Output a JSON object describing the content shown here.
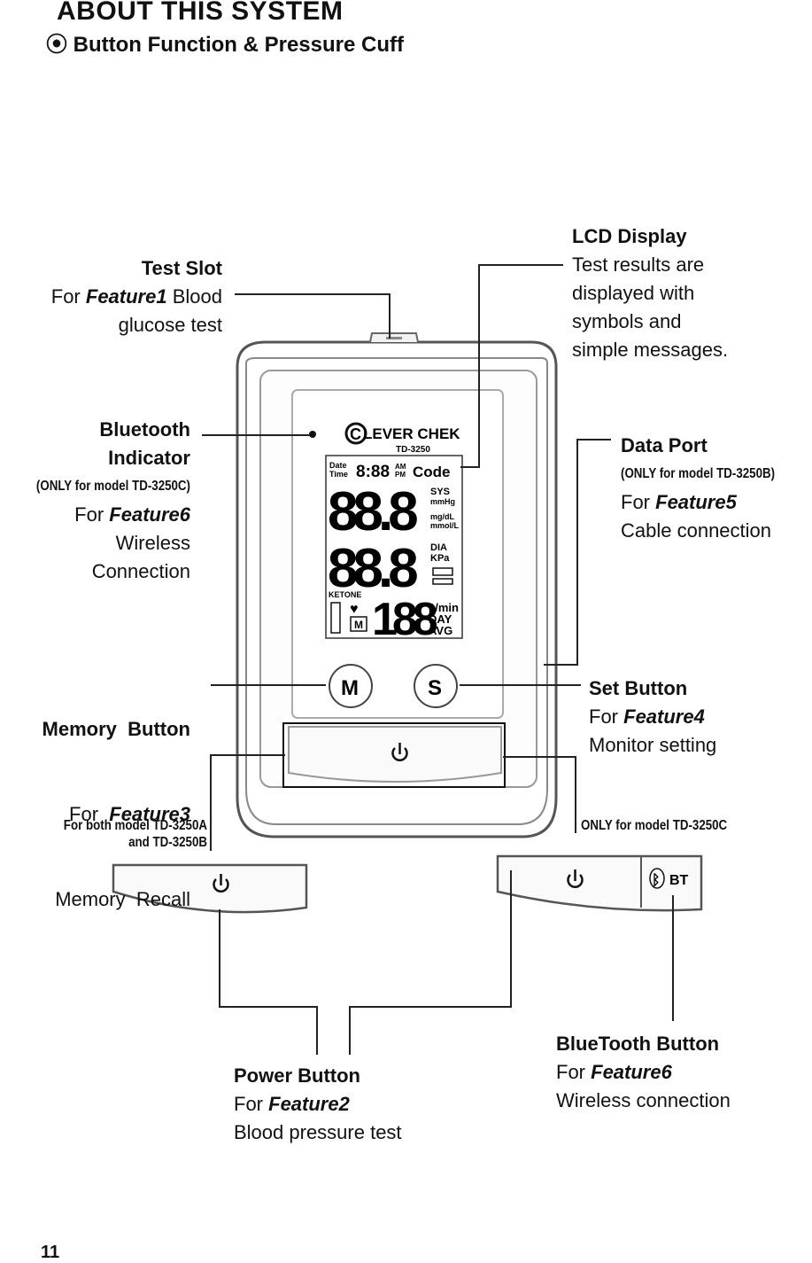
{
  "header": {
    "title": "ABOUT THIS SYSTEM",
    "subtitle_bullet": "⦿",
    "subtitle": "Button Function & Pressure Cuff"
  },
  "device": {
    "brand": "LEVER CHEK",
    "brand_initial": "C",
    "model": "TD-3250",
    "lcd": {
      "date_label": "Date",
      "time_label": "Time",
      "clock": "8:88",
      "am": "AM",
      "pm": "PM",
      "code": "Code",
      "row1_digits": "88.8",
      "sys": "SYS",
      "mmhg": "mmHg",
      "mgdl": "mg/dL",
      "mmoll": "mmol/L",
      "row2_digits": "88.8",
      "dia": "DIA",
      "kpa": "KPa",
      "ketone": "KETONE",
      "mem_icon": "M",
      "row3_digits": "188",
      "per_min": "1/min",
      "day": "DAY",
      "avg": "AVG"
    },
    "memory_button": "M",
    "set_button": "S",
    "bt_label": "BT"
  },
  "callouts": {
    "test_slot": {
      "title": "Test Slot",
      "for": "For",
      "feature": "Feature1",
      "desc1": "Blood",
      "desc2": "glucose test"
    },
    "lcd_display": {
      "title": "LCD Display",
      "lines": [
        "Test results are",
        "displayed with",
        "symbols and",
        "simple messages."
      ]
    },
    "bluetooth_indicator": {
      "title1": "Bluetooth",
      "title2": "Indicator",
      "note": "(ONLY for model TD-3250C)",
      "for": "For",
      "feature": "Feature6",
      "desc1": "Wireless",
      "desc2": "Connection"
    },
    "data_port": {
      "title": "Data Port",
      "note": "(ONLY for model TD-3250B)",
      "for": "For",
      "feature": "Feature5",
      "desc": "Cable connection"
    },
    "memory_button": {
      "title": "Memory  Button",
      "for": "For ",
      "feature": "Feature3",
      "desc": "Memory  Recall"
    },
    "set_button": {
      "title": "Set Button",
      "for": "For",
      "feature": "Feature4",
      "desc": "Monitor setting"
    },
    "both_models": {
      "line1": "For both model TD-3250A",
      "line2": "and TD-3250B"
    },
    "only_c": {
      "text": "ONLY for model TD-3250C"
    },
    "power_button": {
      "title": "Power Button",
      "for": "For",
      "feature": "Feature2",
      "desc": "Blood pressure test"
    },
    "bluetooth_button": {
      "title": "BlueTooth Button",
      "for": "For",
      "feature": "Feature6",
      "desc": "Wireless connection"
    }
  },
  "page_number": "11"
}
